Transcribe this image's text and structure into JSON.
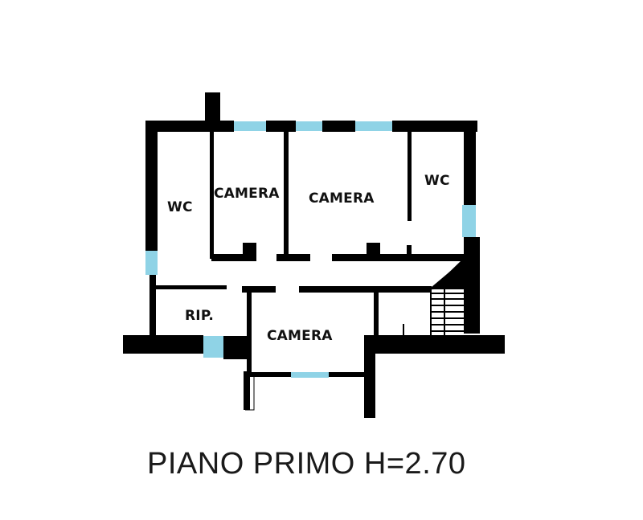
{
  "floor_plan": {
    "title": "PIANO PRIMO H=2.70",
    "rooms": [
      {
        "id": "wc-left",
        "label": "WC"
      },
      {
        "id": "camera-1",
        "label": "CAMERA"
      },
      {
        "id": "camera-2",
        "label": "CAMERA"
      },
      {
        "id": "wc-right",
        "label": "WC"
      },
      {
        "id": "ripostiglio",
        "label": "RIP."
      },
      {
        "id": "camera-3",
        "label": "CAMERA"
      }
    ],
    "colors": {
      "wall": "#000000",
      "window": "#8fd3e6",
      "background": "#ffffff"
    }
  }
}
